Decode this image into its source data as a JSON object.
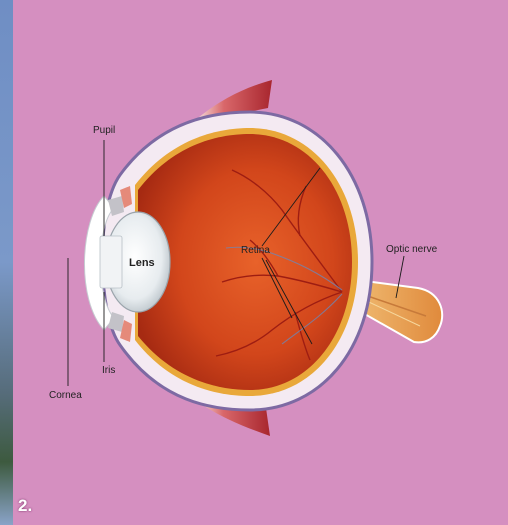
{
  "labels": {
    "pupil": "Pupil",
    "lens": "Lens",
    "retina": "Retina",
    "optic_nerve": "Optic nerve",
    "iris": "Iris",
    "cornea": "Cornea"
  },
  "figure_number": "2.",
  "colors": {
    "background": "#d58fc0",
    "eye_interior": "#d2461b",
    "sclera": "#f4eaf2",
    "choroid_ring": "#e9a83a",
    "muscle": "#c8454a",
    "optic_nerve": "#e6a24f"
  }
}
